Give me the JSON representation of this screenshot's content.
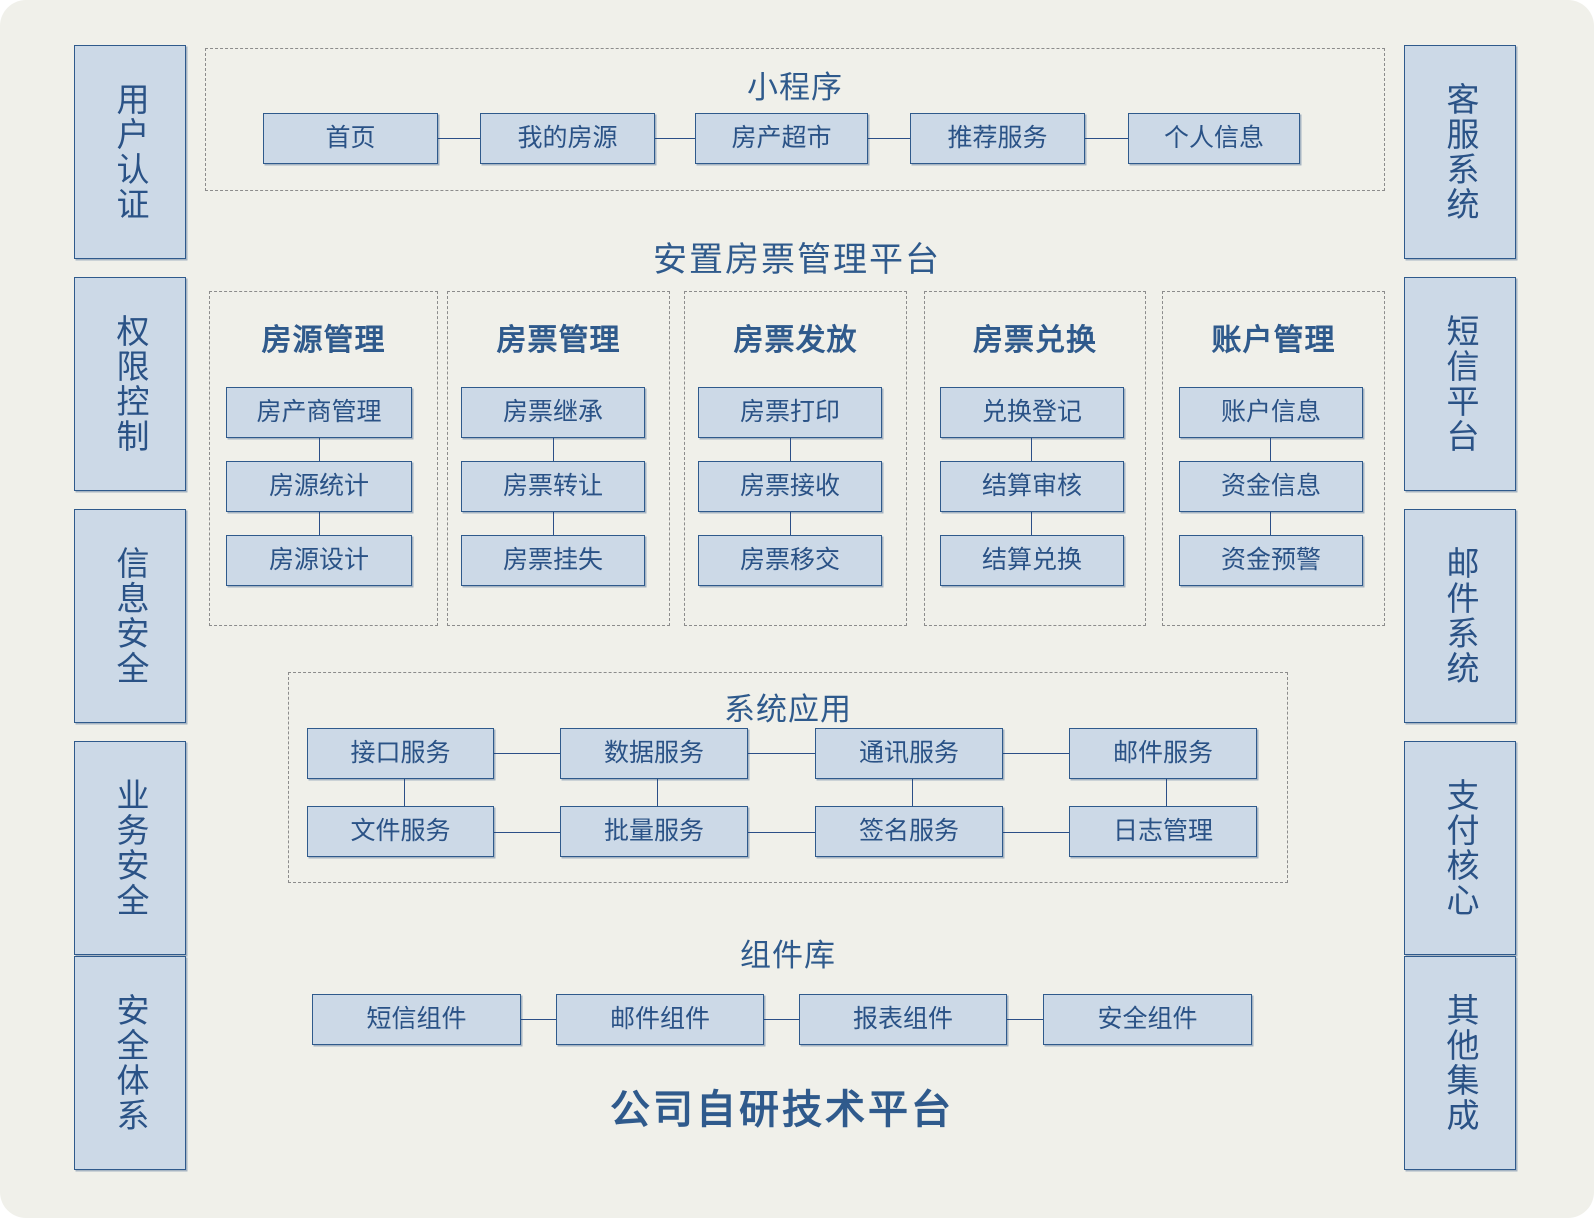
{
  "diagram": {
    "platform_title": "安置房票管理平台",
    "bottom_title": "公司自研技术平台",
    "colors": {
      "canvas_bg": "#f0f0ea",
      "box_fill": "#ccd9e7",
      "box_border": "#2f5a8c",
      "text_blue": "#2a5286",
      "dash_border": "#8c8c8c",
      "connector": "#2b4f87"
    }
  },
  "left_column": {
    "items": [
      {
        "label": "用户认证"
      },
      {
        "label": "权限控制"
      },
      {
        "label": "信息安全"
      },
      {
        "label": "业务安全"
      },
      {
        "label": "安全体系"
      }
    ]
  },
  "right_column": {
    "items": [
      {
        "label": "客服系统"
      },
      {
        "label": "短信平台"
      },
      {
        "label": "邮件系统"
      },
      {
        "label": "支付核心"
      },
      {
        "label": "其他集成"
      }
    ]
  },
  "miniprogram": {
    "title": "小程序",
    "items": [
      {
        "label": "首页"
      },
      {
        "label": "我的房源"
      },
      {
        "label": "房产超市"
      },
      {
        "label": "推荐服务"
      },
      {
        "label": "个人信息"
      }
    ]
  },
  "modules": {
    "groups": [
      {
        "title": "房源管理",
        "items": [
          {
            "label": "房产商管理"
          },
          {
            "label": "房源统计"
          },
          {
            "label": "房源设计"
          }
        ]
      },
      {
        "title": "房票管理",
        "items": [
          {
            "label": "房票继承"
          },
          {
            "label": "房票转让"
          },
          {
            "label": "房票挂失"
          }
        ]
      },
      {
        "title": "房票发放",
        "items": [
          {
            "label": "房票打印"
          },
          {
            "label": "房票接收"
          },
          {
            "label": "房票移交"
          }
        ]
      },
      {
        "title": "房票兑换",
        "items": [
          {
            "label": "兑换登记"
          },
          {
            "label": "结算审核"
          },
          {
            "label": "结算兑换"
          }
        ]
      },
      {
        "title": "账户管理",
        "items": [
          {
            "label": "账户信息"
          },
          {
            "label": "资金信息"
          },
          {
            "label": "资金预警"
          }
        ]
      }
    ]
  },
  "system_apps": {
    "title": "系统应用",
    "row1": [
      {
        "label": "接口服务"
      },
      {
        "label": "数据服务"
      },
      {
        "label": "通讯服务"
      },
      {
        "label": "邮件服务"
      }
    ],
    "row2": [
      {
        "label": "文件服务"
      },
      {
        "label": "批量服务"
      },
      {
        "label": "签名服务"
      },
      {
        "label": "日志管理"
      }
    ]
  },
  "component_library": {
    "title": "组件库",
    "items": [
      {
        "label": "短信组件"
      },
      {
        "label": "邮件组件"
      },
      {
        "label": "报表组件"
      },
      {
        "label": "安全组件"
      }
    ]
  }
}
